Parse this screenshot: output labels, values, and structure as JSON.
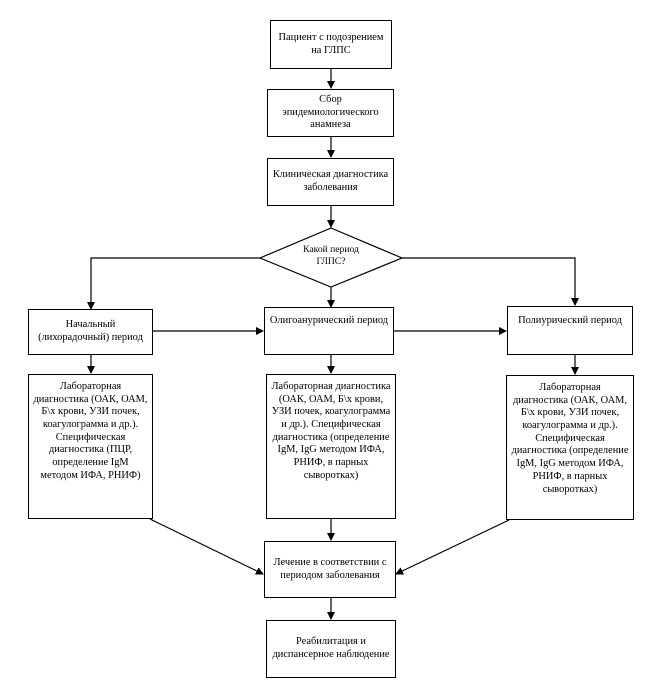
{
  "nodes": {
    "patient": "Пациент с подозрением на ГЛПС",
    "anamnesis": "Сбор эпидемиологического анамнеза",
    "clinical": "Клиническая диагностика заболевания",
    "question": "Какой период ГЛПС?",
    "initial_period": "Начальный (лихорадочный) период",
    "oliguric_period": "Олигоанурический период",
    "polyuric_period": "Полиурический период",
    "lab_initial": "Лабораторная диагностика (ОАК, ОАМ, Б\\х крови, УЗИ почек, коагулограмма и др.). Специфическая диагностика (ПЦР, определение IgM методом ИФА, РНИФ)",
    "lab_oliguric": "Лабораторная диагностика (ОАК, ОАМ, Б\\х крови, УЗИ почек, коагулограмма и др.). Специфическая диагностика (определение IgM, IgG методом ИФА, РНИФ, в парных сыворотках)",
    "lab_polyuric": "Лабораторная диагностика (ОАК, ОАМ, Б\\х крови, УЗИ почек, коагулограмма и др.). Специфическая диагностика (определение IgM, IgG методом ИФА, РНИФ, в парных сыворотках)",
    "treatment": "Лечение в соответствии с периодом заболевания",
    "rehab": "Реабилитация и диспансерное наблюдение"
  }
}
